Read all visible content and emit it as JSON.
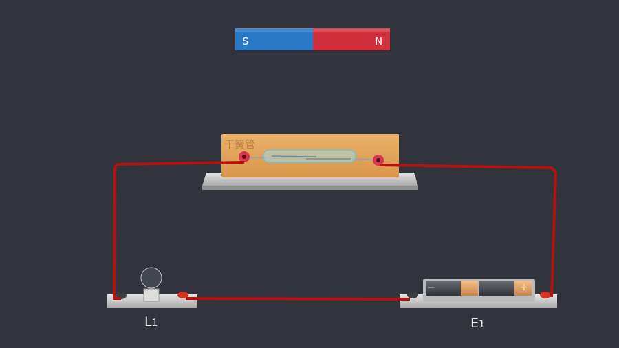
{
  "magnet": {
    "south_label": "S",
    "north_label": "N",
    "south_color": "#2a79c6",
    "north_color": "#d12f3d"
  },
  "reed_switch": {
    "label": "干簧管"
  },
  "lamp": {
    "label_main": "L",
    "label_sub": "1"
  },
  "battery": {
    "label_main": "E",
    "label_sub": "1",
    "minus": "−",
    "plus": "+"
  },
  "colors": {
    "background": "#31343d",
    "wire": "#b3120e",
    "wood": "#e3a65a"
  }
}
